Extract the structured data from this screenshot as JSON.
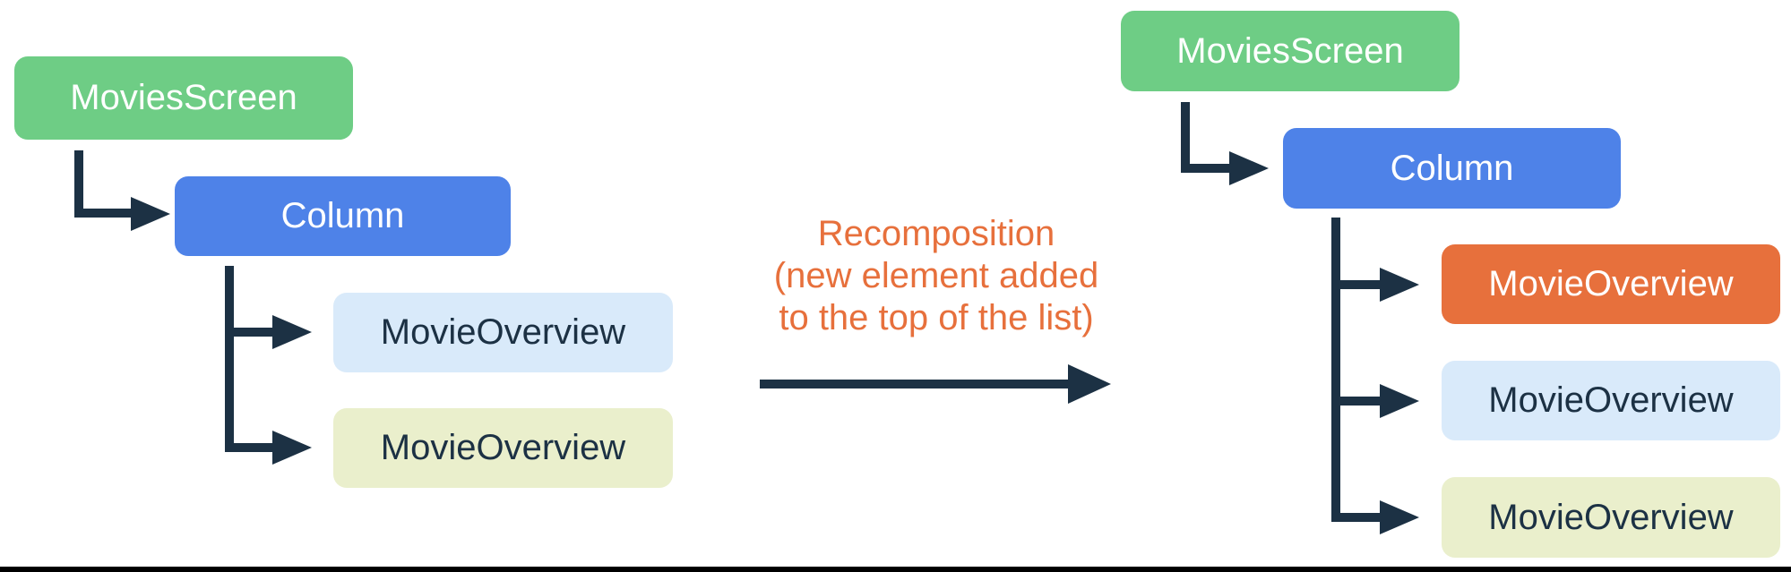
{
  "diagram": {
    "left_tree": {
      "root": {
        "label": "MoviesScreen",
        "color": "#6ECD85"
      },
      "container": {
        "label": "Column",
        "color": "#4E82E8"
      },
      "children": [
        {
          "label": "MovieOverview",
          "color": "#D9EAFA"
        },
        {
          "label": "MovieOverview",
          "color": "#EAEFCC"
        }
      ]
    },
    "transition": {
      "label_lines": [
        "Recomposition",
        "(new element added",
        "to the top of the list)"
      ],
      "text_color": "#E7703C"
    },
    "right_tree": {
      "root": {
        "label": "MoviesScreen",
        "color": "#6ECD85"
      },
      "container": {
        "label": "Column",
        "color": "#4E82E8"
      },
      "children": [
        {
          "label": "MovieOverview",
          "color": "#E7703C",
          "state": "new-element"
        },
        {
          "label": "MovieOverview",
          "color": "#D9EAFA"
        },
        {
          "label": "MovieOverview",
          "color": "#EAEFCC"
        }
      ]
    },
    "connector_color": "#1C3144",
    "bottom_rule_color": "#000000"
  }
}
